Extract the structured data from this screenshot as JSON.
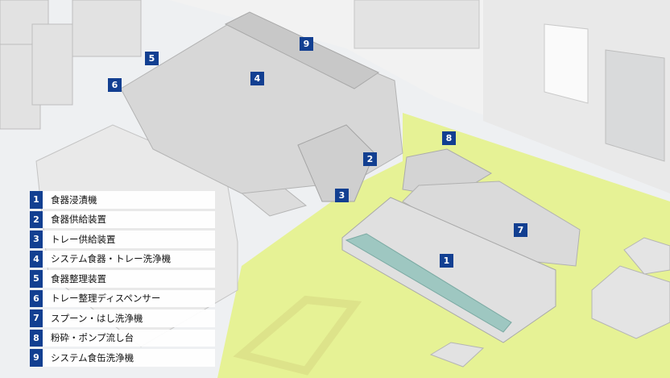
{
  "legend": [
    {
      "num": "1",
      "label": "食器浸漬機"
    },
    {
      "num": "2",
      "label": "食器供給装置"
    },
    {
      "num": "3",
      "label": "トレー供給装置"
    },
    {
      "num": "4",
      "label": "システム食器・トレー洗浄機"
    },
    {
      "num": "5",
      "label": "食器整理装置"
    },
    {
      "num": "6",
      "label": "トレー整理ディスペンサー"
    },
    {
      "num": "7",
      "label": "スプーン・はし洗浄機"
    },
    {
      "num": "8",
      "label": "粉砕・ポンプ流し台"
    },
    {
      "num": "9",
      "label": "システム食缶洗浄機"
    }
  ],
  "callouts": {
    "c1": "1",
    "c2": "2",
    "c3": "3",
    "c4": "4",
    "c5": "5",
    "c6": "6",
    "c7": "7",
    "c8": "8",
    "c9": "9"
  },
  "colors": {
    "floor": "#f0f1f3",
    "floor_zone": "#e8f39d",
    "walls": "#ececec",
    "machine": "#d4d4d4",
    "callout_blue": "#123f91"
  }
}
